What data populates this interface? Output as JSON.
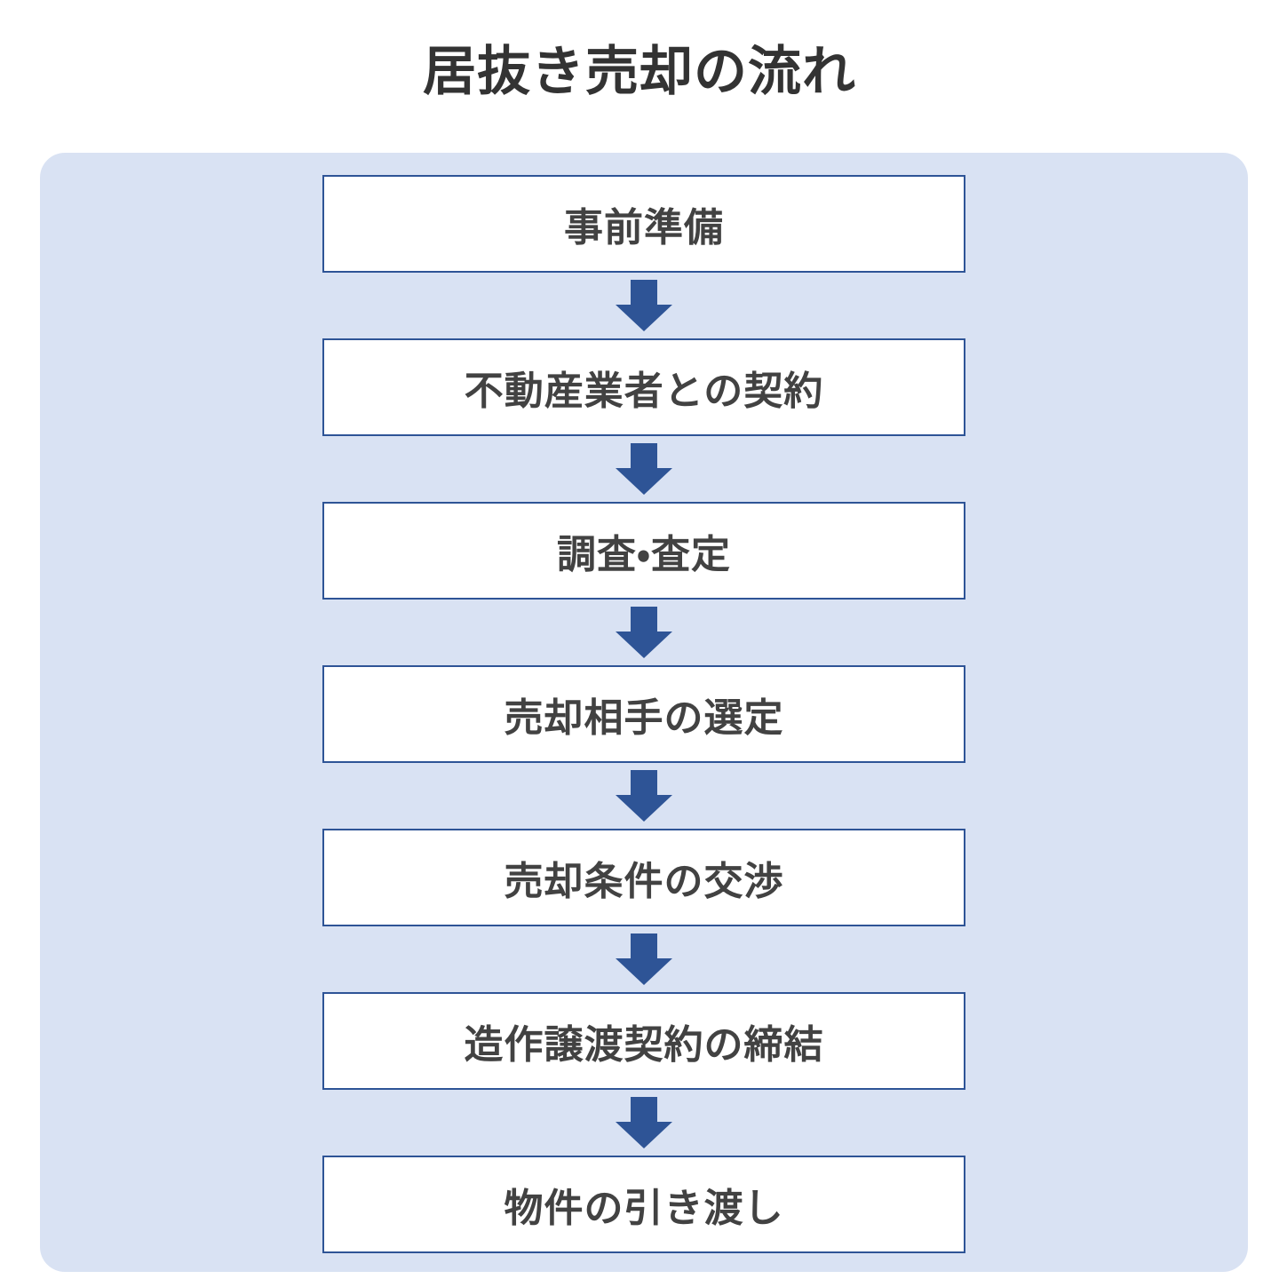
{
  "title": "居抜き売却の流れ",
  "steps": [
    {
      "label": "事前準備"
    },
    {
      "label": "不動産業者との契約"
    },
    {
      "label": "調査・査定"
    },
    {
      "label": "売却相手の選定"
    },
    {
      "label": "売却条件の交渉"
    },
    {
      "label": "造作譲渡契約の締結"
    },
    {
      "label": "物件の引き渡し"
    }
  ],
  "colors": {
    "panel_bg": "#d9e2f3",
    "box_bg": "#ffffff",
    "box_border": "#2e5496",
    "arrow": "#2e5496",
    "title_text": "#333333",
    "step_text": "#424242"
  }
}
